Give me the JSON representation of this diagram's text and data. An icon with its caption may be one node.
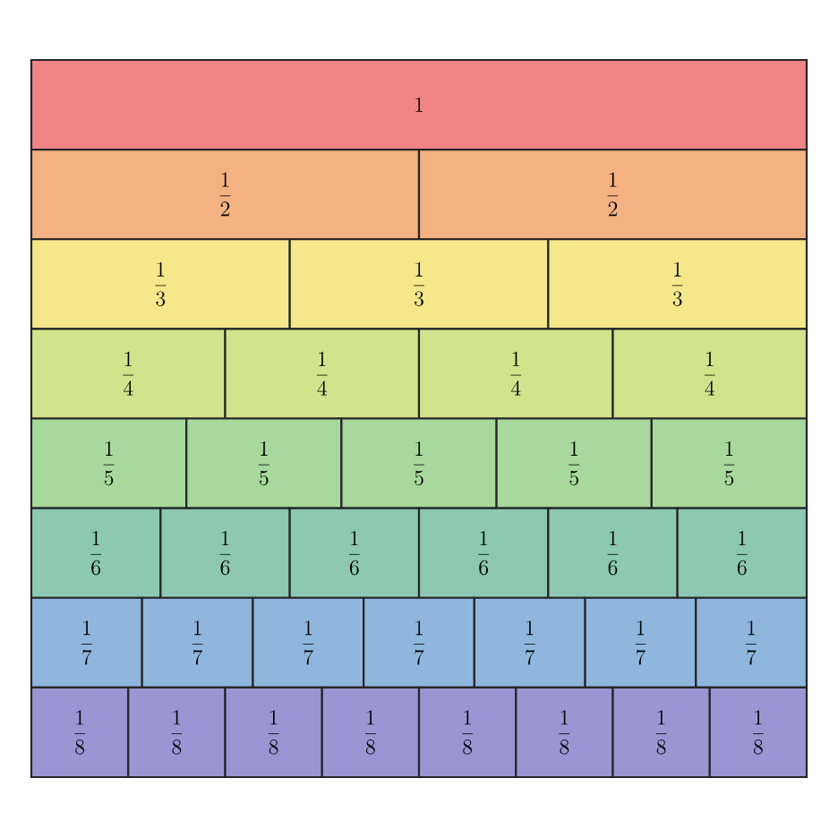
{
  "diagram": {
    "nodes": [
      {
        "text": [
          "1"
        ]
      },
      {
        "text": [
          "\\frac{1}{2}"
        ]
      },
      {
        "text": [
          "\\frac{1}{2}"
        ]
      },
      {
        "text": [
          "\\frac{1}{3}"
        ]
      },
      {
        "text": [
          "\\frac{1}{3}"
        ]
      },
      {
        "text": [
          "\\frac{1}{3}"
        ]
      },
      {
        "text": [
          "\\frac{1}{4}"
        ]
      },
      {
        "text": [
          "\\frac{1}{4}"
        ]
      },
      {
        "text": [
          "\\frac{1}{4}"
        ]
      },
      {
        "text": [
          "\\frac{1}{4}"
        ]
      },
      {
        "text": [
          "\\frac{1}{5}"
        ]
      },
      {
        "text": [
          "\\frac{1}{5}"
        ]
      },
      {
        "text": [
          "\\frac{1}{5}"
        ]
      },
      {
        "text": [
          "\\frac{1}{5}"
        ]
      },
      {
        "text": [
          "\\frac{1}{5}"
        ]
      },
      {
        "text": [
          "\\frac{1}{6}"
        ]
      },
      {
        "text": [
          "\\frac{1}{6}"
        ]
      },
      {
        "text": [
          "\\frac{1}{6}"
        ]
      },
      {
        "text": [
          "\\frac{1}{6}"
        ]
      },
      {
        "text": [
          "\\frac{1}{6}"
        ]
      },
      {
        "text": [
          "\\frac{1}{6}"
        ]
      },
      {
        "text": [
          "\\frac{1}{7}"
        ]
      },
      {
        "text": [
          "\\frac{1}{7}"
        ]
      },
      {
        "text": [
          "\\frac{1}{7}"
        ]
      },
      {
        "text": [
          "\\frac{1}{7}"
        ]
      },
      {
        "text": [
          "\\frac{1}{7}"
        ]
      },
      {
        "text": [
          "\\frac{1}{7}"
        ]
      },
      {
        "text": [
          "\\frac{1}{7}"
        ]
      },
      {
        "text": [
          "\\frac{1}{8}"
        ]
      },
      {
        "text": [
          "\\frac{1}{8}"
        ]
      },
      {
        "text": [
          "\\frac{1}{8}"
        ]
      },
      {
        "text": [
          "\\frac{1}{8}"
        ]
      },
      {
        "text": [
          "\\frac{1}{8}"
        ]
      },
      {
        "text": [
          "\\frac{1}{8}"
        ]
      },
      {
        "text": [
          "\\frac{1}{8}"
        ]
      },
      {
        "text": [
          "\\frac{1}{8}"
        ]
      }
    ]
  }
}
